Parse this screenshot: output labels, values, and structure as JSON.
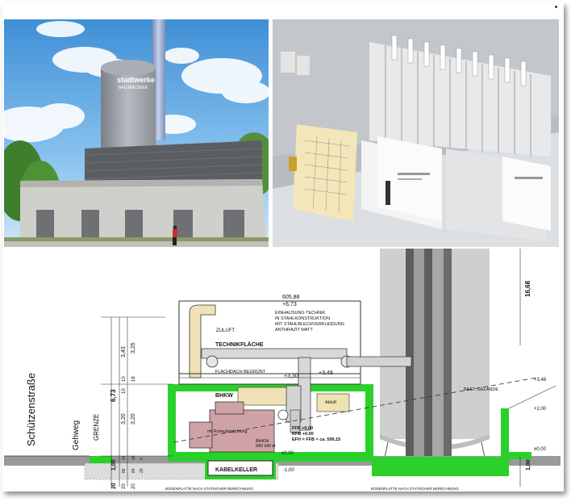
{
  "building_render": {
    "brand_line1": "stadtwerke",
    "brand_line2": "BAD WALDSEE"
  },
  "drawing": {
    "street_label": "Schützenstraße",
    "sidewalk_label": "Gehweg",
    "boundary_label": "GRENZE",
    "elev_top_value": "605,88",
    "elev_top_rel": "+6,73",
    "housing_note": [
      "EINHAUSUNG TECHNIK",
      "IN STAHLKONSTRUKTION",
      "MIT STAHLBLECHVERKLEIDUNG",
      "ANTHRAZIT MATT"
    ],
    "zuluft_label": "ZULUFT",
    "technik_label": "TECHNIKFLÄCHE",
    "flachdach_label": "FLACHDACH BEGRÜNT",
    "elev_330": "+3,30",
    "elev_348": "+3,48",
    "bhkw_label": "BHKW",
    "abluft_label": "Abluft",
    "ffb_label": "FFB +0,00",
    "rfb_label": "RFB +0,00",
    "efh_label": "EFH = FFB = ca. 599,15",
    "bhkw_unit_label": "BHKW",
    "bhkw_power": "990 kW el",
    "ruheplatz_label": "mit Ruheplatzdichtung",
    "elev_000_a": "±0,00",
    "elev_000_b": "±0,00",
    "kabelkeller_label": "KABELKELLER",
    "elev_minus_100": "-1,00",
    "bestgelaende_label": "BEST. GELÄNDE",
    "elev_346": "+3,46",
    "elev_200": "+2,00",
    "dim_1668": "16,68",
    "dim_100_right": "1,00",
    "dim_673": "6,73",
    "dims_left": [
      "3,43",
      "3,25",
      "10",
      "18",
      "10",
      "3,20",
      "3,20"
    ],
    "dims_bottom": [
      "20",
      "20",
      "20"
    ],
    "dim_100_left": "1,00",
    "small_dims": [
      "86",
      "14",
      "84",
      "16",
      "20",
      "2"
    ],
    "footer_left": "BODENPLATTE NACH STATISCHER BERECHNUNG",
    "footer_right": "BODENPLATTE NACH STATISCHER BERECHNUNG"
  },
  "colors": {
    "green": "#2ad12a",
    "pink": "#cfa3a6",
    "beige": "#efe2b4",
    "grey_silo": "#c9c9c9"
  }
}
